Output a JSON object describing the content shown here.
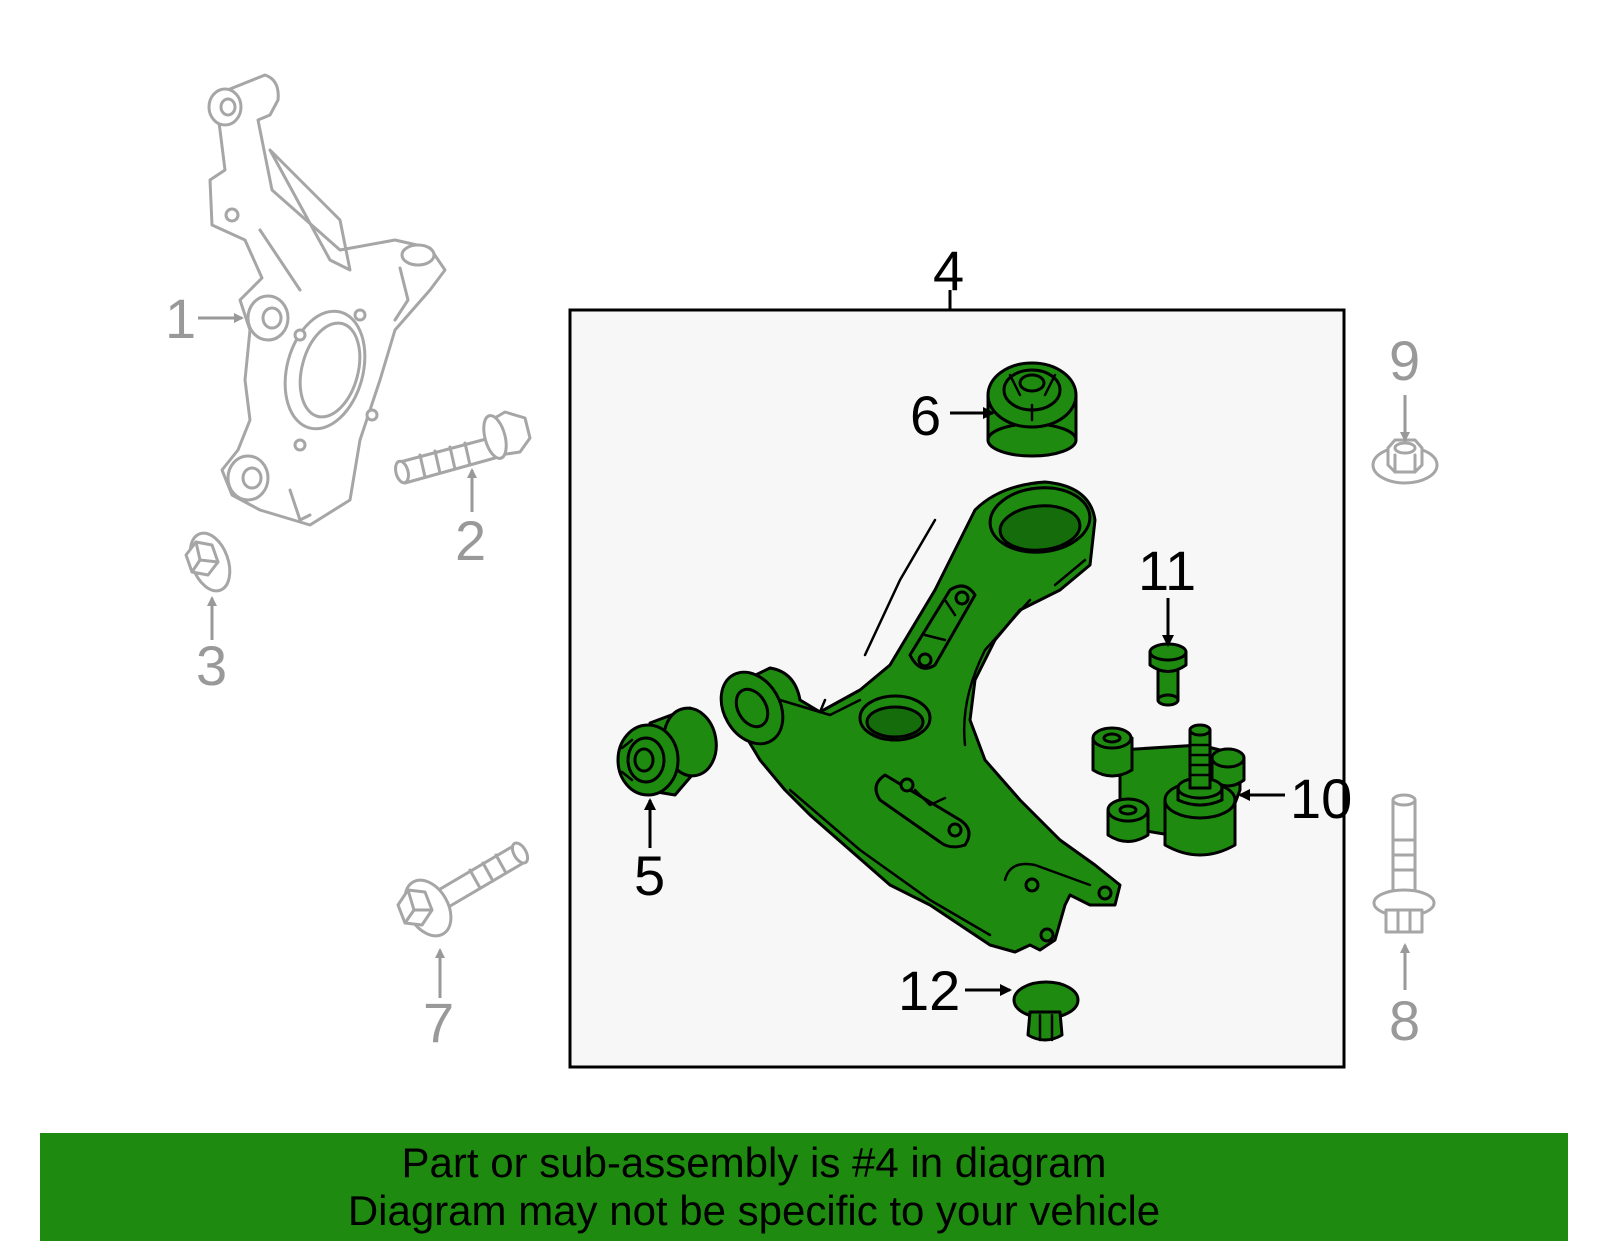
{
  "callouts": {
    "c1": "1",
    "c2": "2",
    "c3": "3",
    "c4": "4",
    "c5": "5",
    "c6": "6",
    "c7": "7",
    "c8": "8",
    "c9": "9",
    "c10": "10",
    "c11": "11",
    "c12": "12"
  },
  "banner": {
    "line1": "Part or sub-assembly is #4 in diagram",
    "line2": "Diagram may not be specific to your vehicle"
  },
  "colors": {
    "highlight": "#1e8a10",
    "ghost": "#a6a6a6",
    "box_fill": "#f7f7f7"
  }
}
